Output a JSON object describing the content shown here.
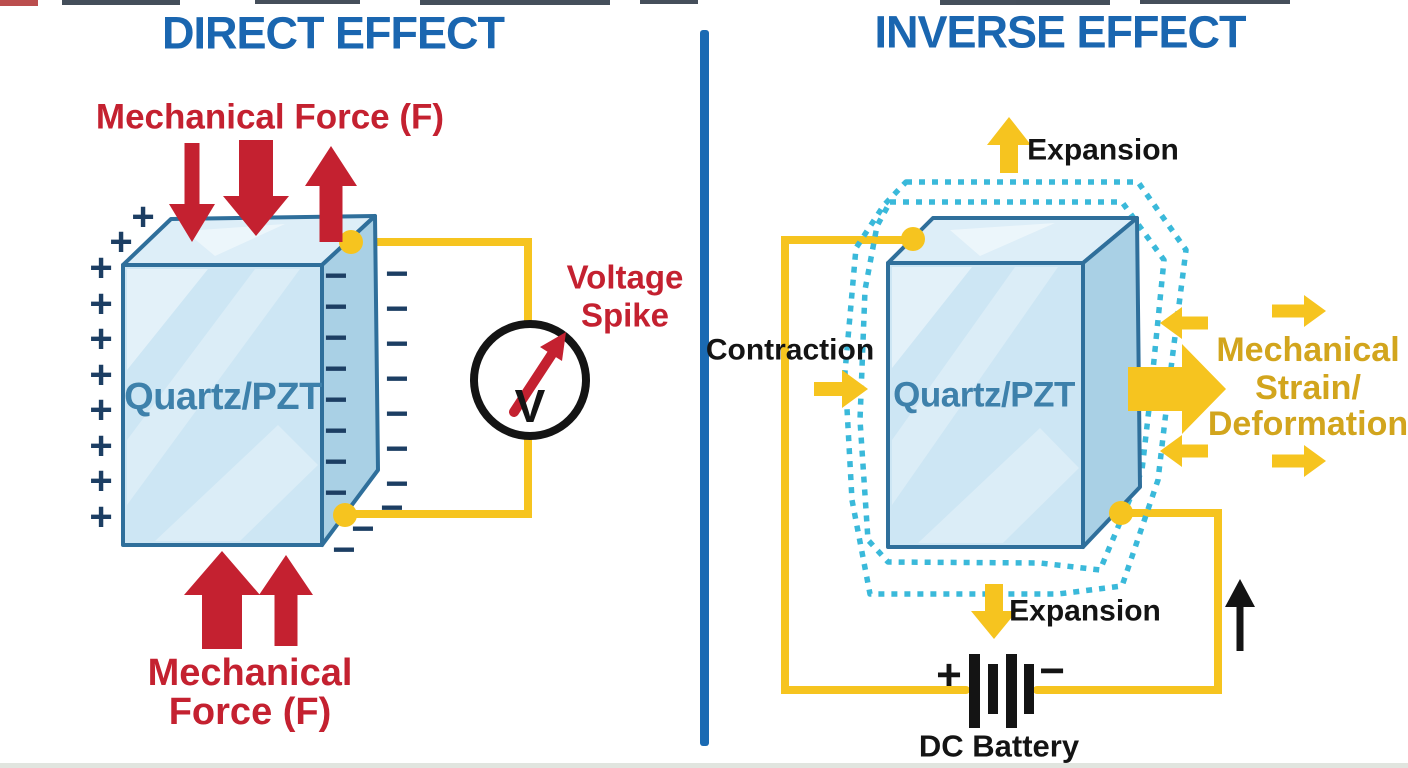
{
  "colors": {
    "title-blue": "#1a66b0",
    "red": "#c42130",
    "navy": "#1c3e63",
    "yellow": "#f6c41f",
    "gold": "#d2a51d",
    "cyan": "#3ab9da",
    "ink": "#141414",
    "divider": "#1a6ab3",
    "crystal-front": "#cde6f4",
    "crystal-top": "#ddeef8",
    "crystal-side": "#a9d0e5",
    "crystal-border": "#2f6f9b",
    "crystal-label": "#3e81ab"
  },
  "left_panel": {
    "title": "DIRECT EFFECT",
    "force_label_top": "Mechanical Force (F)",
    "crystal_label": "Quartz/PZT",
    "plus_symbol": "+",
    "minus_symbol": "−",
    "voltage_label_line1": "Voltage",
    "voltage_label_line2": "Spike",
    "voltmeter_label": "V",
    "force_label_bottom_line1": "Mechanical",
    "force_label_bottom_line2": "Force (F)"
  },
  "right_panel": {
    "title": "INVERSE EFFECT",
    "expansion_top_label": "Expansion",
    "expansion_bottom_label": "Expansion",
    "contraction_label": "Contraction",
    "crystal_label": "Quartz/PZT",
    "strain_label_line1": "Mechanical",
    "strain_label_line2": "Strain/",
    "strain_label_line3": "Deformation",
    "battery_plus": "+",
    "battery_minus": "−",
    "battery_label": "DC Battery"
  }
}
